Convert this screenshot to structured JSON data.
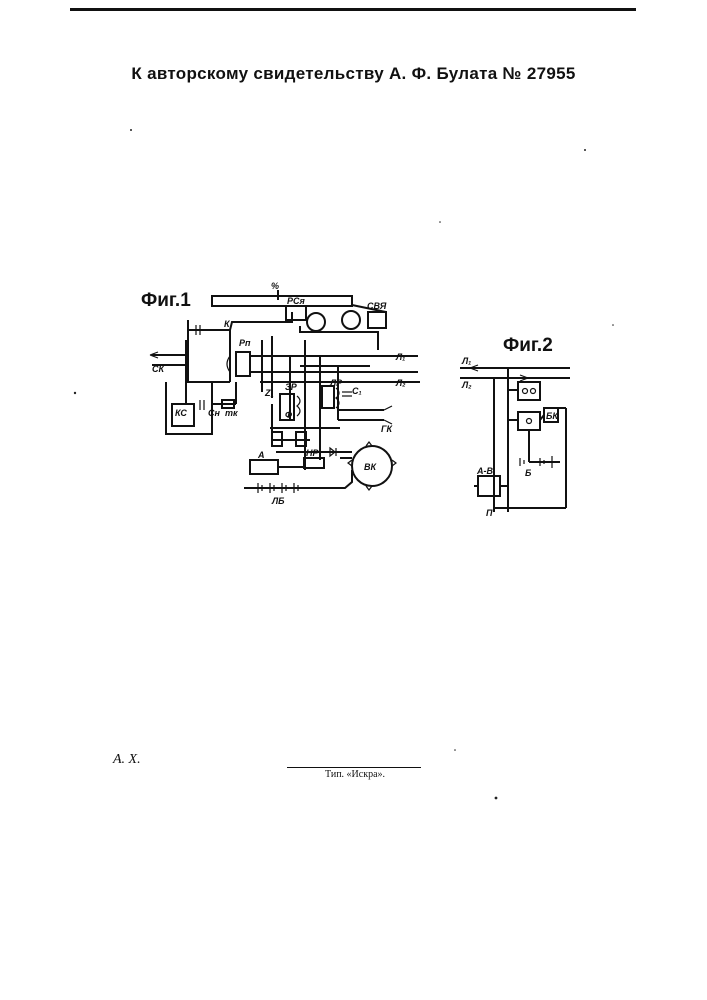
{
  "title": "К авторскому свидетельству А. Ф. Булата № 27955",
  "figures": {
    "fig1": {
      "label": "Фиг.1",
      "components": {
        "sk": "СК",
        "k": "К",
        "rp": "Рп",
        "rs": "РСя",
        "sv": "СВЯ",
        "ks": "КС",
        "ck": "Сн",
        "tk": "тк",
        "l1": "Л₁",
        "l2": "Л₂",
        "lr": "ЛР",
        "c1": "С₁",
        "z1": "Z₁",
        "zr": "ЗР",
        "f": "Ф",
        "gk": "ГК",
        "a": "А",
        "np": "НР",
        "vk": "ВК",
        "lb": "ЛБ",
        "pct": "%"
      }
    },
    "fig2": {
      "label": "Фиг.2",
      "components": {
        "l1": "Л₁",
        "l2": "Л₂",
        "ab": "А-В",
        "b": "Б",
        "p": "П",
        "bk": "БК"
      }
    }
  },
  "footer": {
    "initials": "А.   Х.",
    "printer": "Тип. «Искра»."
  }
}
